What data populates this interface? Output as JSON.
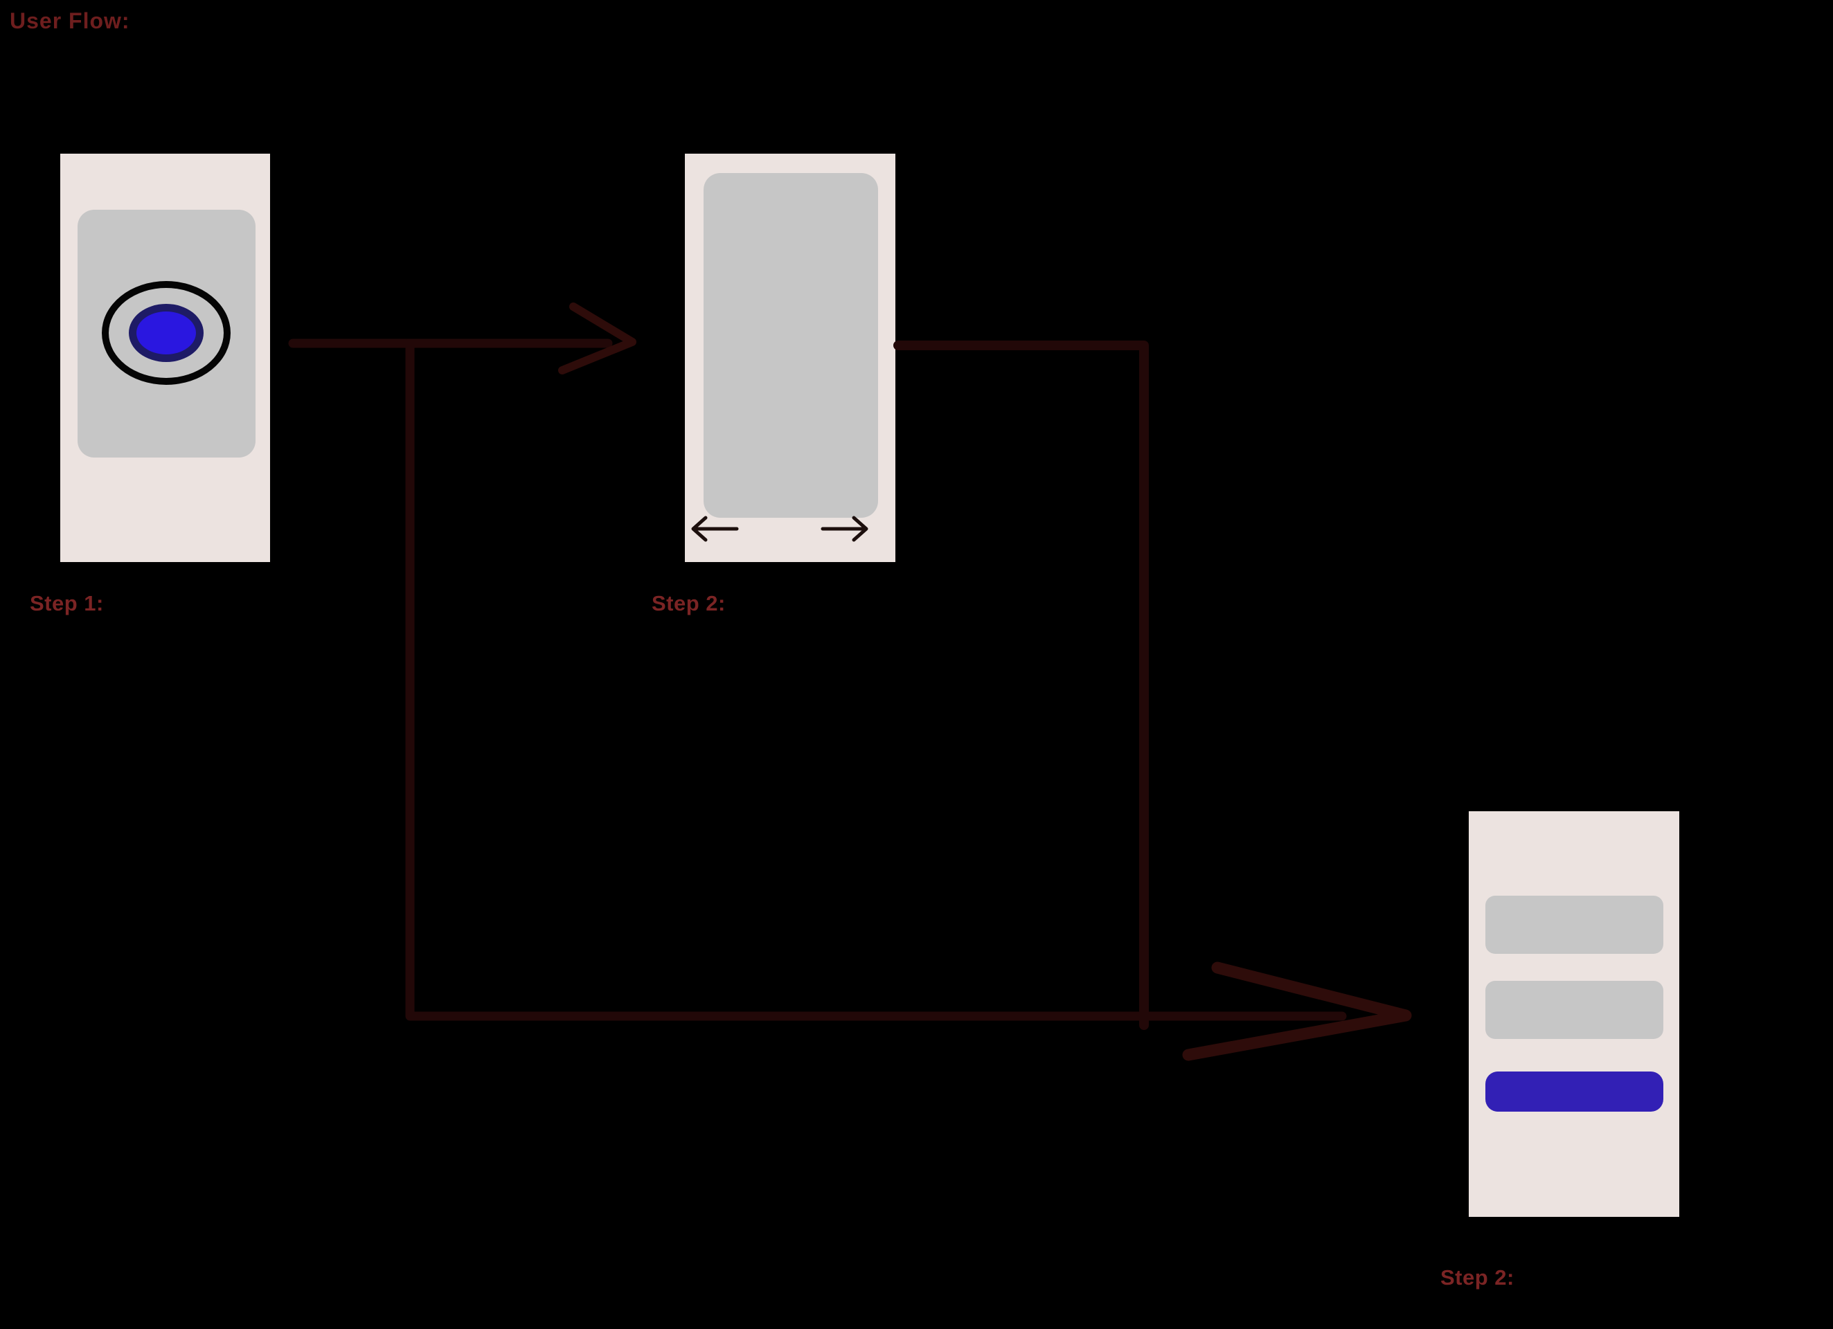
{
  "page": {
    "title": "User Flow:"
  },
  "colors": {
    "background": "#000000",
    "phone_body": "#ece3e0",
    "screen_placeholder": "#c6c6c6",
    "bar_placeholder": "#c6c6c6",
    "record_button_fill": "#2a17e0",
    "record_button_ring": "#1e1b66",
    "record_button_outline": "#050505",
    "cta_button": "#3220b5",
    "title_text": "#6e1e1e",
    "label_text": "#7b2424",
    "connector": "#220808",
    "arrowhead": "#2e0c0a",
    "swipe_arrow": "#1c0f0d"
  },
  "screens": [
    {
      "label": "Step 1:",
      "content": "phone mockup with concentric record button",
      "icons": [
        "record-button-icon"
      ]
    },
    {
      "label": "Step 2:",
      "content": "phone mockup with full-screen placeholder and swipe arrows",
      "icons": [
        "swipe-left-arrow-icon",
        "swipe-right-arrow-icon"
      ]
    },
    {
      "label": "Step 2:",
      "content": "phone mockup with two text placeholder bars and a blue action button",
      "icons": [
        "text-placeholder-bar",
        "text-placeholder-bar",
        "cta-button-bar"
      ]
    }
  ],
  "connectors": [
    {
      "name": "arrow-step1-to-step2",
      "direction": "right"
    },
    {
      "name": "branch-step1-to-step3",
      "direction": "down-then-right"
    },
    {
      "name": "branch-step2-to-step3",
      "direction": "right-then-down"
    }
  ]
}
